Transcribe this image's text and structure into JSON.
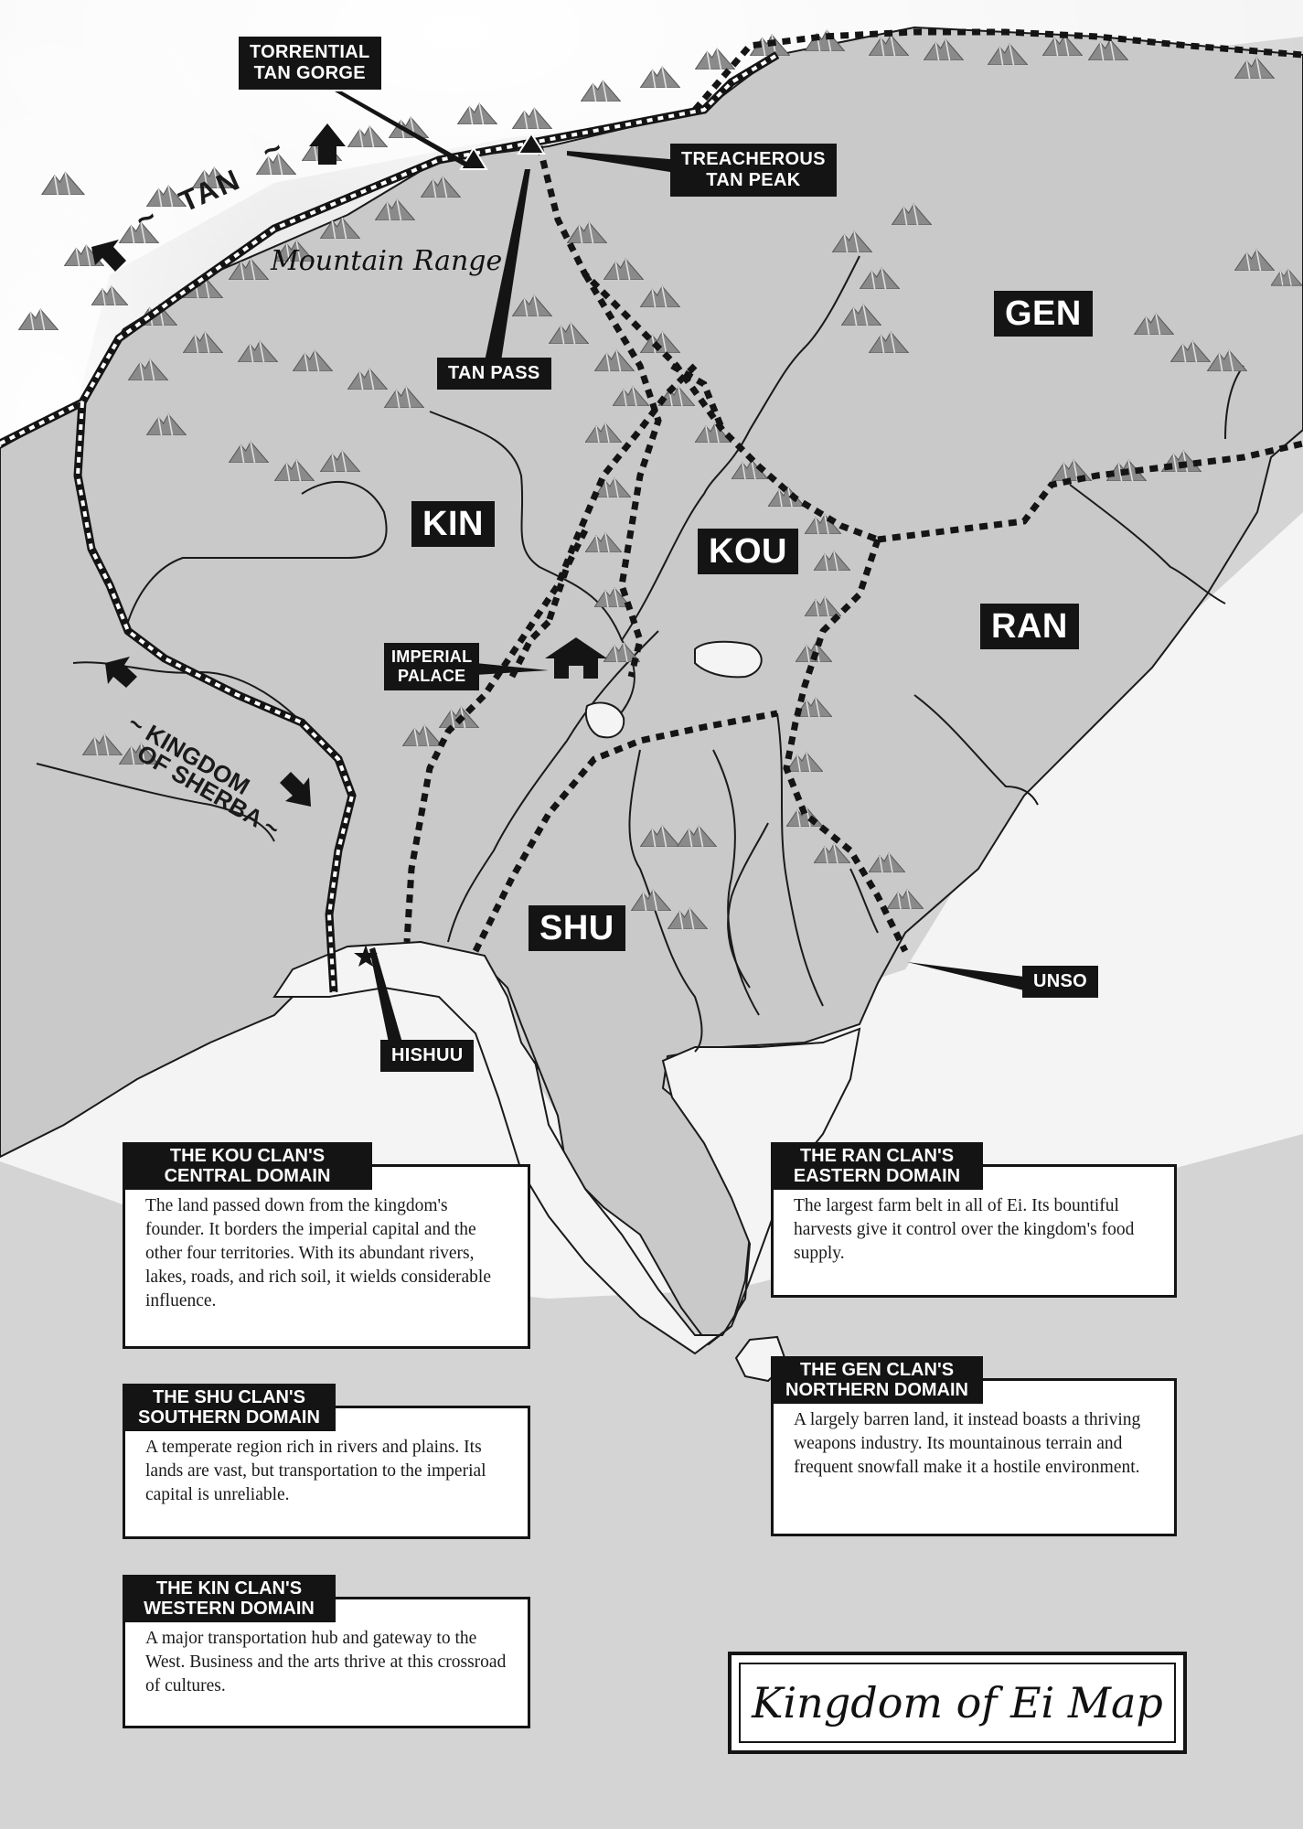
{
  "map": {
    "title": "Kingdom of Ei Map",
    "regions": [
      {
        "id": "gen",
        "label": "GEN"
      },
      {
        "id": "kin",
        "label": "KIN"
      },
      {
        "id": "kou",
        "label": "KOU"
      },
      {
        "id": "ran",
        "label": "RAN"
      },
      {
        "id": "shu",
        "label": "SHU"
      }
    ],
    "places": {
      "torrential_tan_gorge": "TORRENTIAL\nTAN GORGE",
      "treacherous_tan_peak": "TREACHEROUS\nTAN PEAK",
      "tan_pass": "TAN PASS",
      "imperial_palace": "IMPERIAL\nPALACE",
      "hishuu": "HISHUU",
      "unso": "UNSO"
    },
    "directions": {
      "tan": "TAN",
      "tan_tilde_left": "~",
      "tan_tilde_right": "~",
      "sherba_line1": "~ KINGDOM",
      "sherba_line2": "OF SHERBA ~"
    },
    "mountain_range_label": "Mountain Range"
  },
  "domains": [
    {
      "id": "kou",
      "title": "THE KOU CLAN'S\nCENTRAL DOMAIN",
      "text": "The land passed down from the kingdom's founder. It borders the imperial capital and the other four territories. With its abundant rivers, lakes, roads, and rich soil, it wields considerable influence."
    },
    {
      "id": "shu",
      "title": "THE SHU CLAN'S\nSOUTHERN DOMAIN",
      "text": "A temperate region rich in rivers and plains. Its lands are vast, but transportation to the imperial capital is unreliable."
    },
    {
      "id": "kin",
      "title": "THE KIN CLAN'S\nWESTERN DOMAIN",
      "text": "A major transportation hub and gateway to the West. Business and the arts thrive at this crossroad of cultures."
    },
    {
      "id": "ran",
      "title": "THE RAN CLAN'S\nEASTERN DOMAIN",
      "text": "The largest farm belt in all of Ei. Its bountiful harvests give it control over the kingdom's food supply."
    },
    {
      "id": "gen",
      "title": "THE GEN CLAN'S\nNORTHERN DOMAIN",
      "text": "A largely barren land, it instead boasts a thriving weapons industry. Its mountainous terrain and frequent snowfall make it a hostile environment."
    }
  ],
  "colors": {
    "land": "#c9c9c9",
    "sea": "#f3f3f3",
    "ink": "#141414",
    "paper": "#d4d4d4"
  },
  "icons": [
    "mountain-icon",
    "palace-icon",
    "star-icon",
    "arrow-icon",
    "peak-triangle-icon"
  ]
}
